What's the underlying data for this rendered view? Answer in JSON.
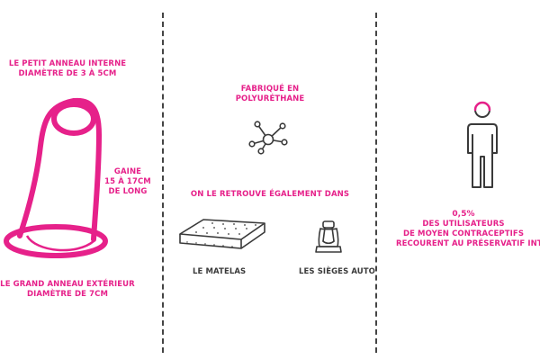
{
  "colors": {
    "accent": "#e6218a",
    "ink": "#3a3a3a",
    "background": "#ffffff"
  },
  "condom": {
    "icon": "female-condom-icon",
    "inner_ring": [
      "Le petit anneau interne",
      "diamètre de 3 à 5cm"
    ],
    "sheath": [
      "gaine",
      "15 à 17cm",
      "de long"
    ],
    "outer_ring": [
      "Le grand anneau extérieur",
      "diamètre de 7cm"
    ]
  },
  "material": {
    "icon": "molecule-icon",
    "made_of": [
      "fabriqué en",
      "polyuréthane"
    ],
    "also_found_in": "on le retrouve également dans",
    "items": [
      {
        "icon": "mattress-icon",
        "label": "le matelas"
      },
      {
        "icon": "car-seat-icon",
        "label": "les sièges auto"
      }
    ]
  },
  "usage": {
    "icon": "person-icon",
    "percentage": "0,5%",
    "text": [
      "des utilisateurs",
      "de moyen contraceptifs",
      "recourent au préservatif inter"
    ]
  }
}
